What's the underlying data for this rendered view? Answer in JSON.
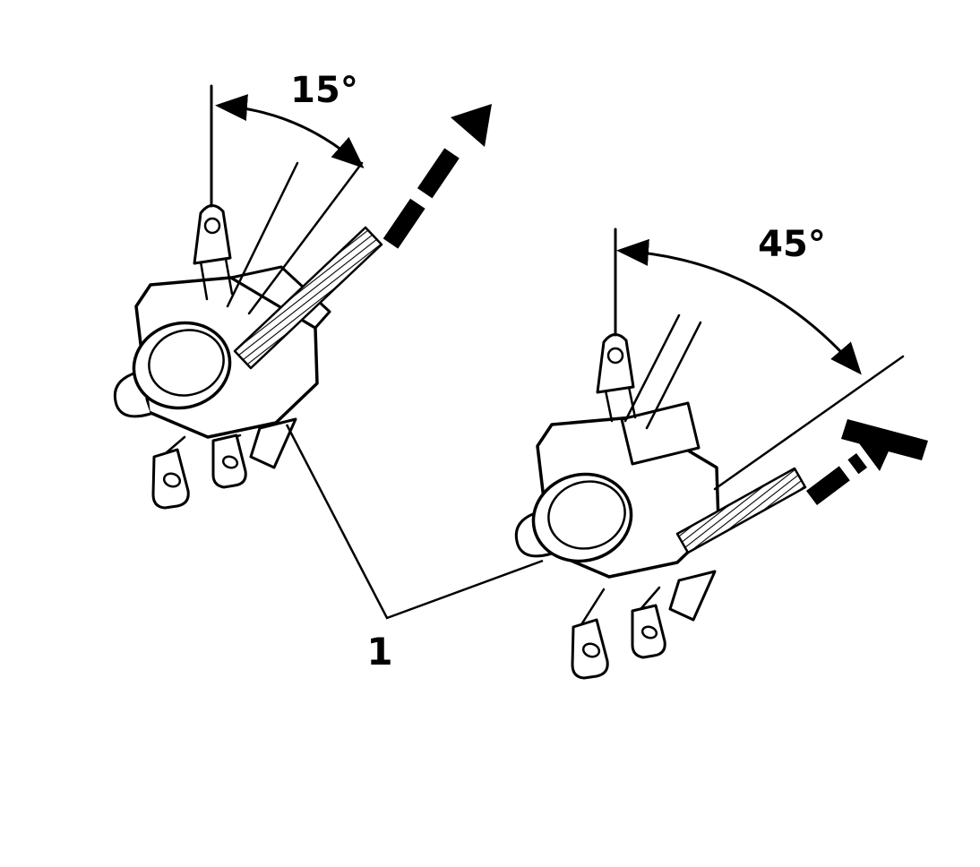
{
  "figure": {
    "background": "#ffffff",
    "ink": "#000000",
    "views": {
      "left": {
        "angle_label": "15°"
      },
      "right": {
        "angle_label": "45°"
      }
    },
    "callout": {
      "label": "1"
    }
  }
}
